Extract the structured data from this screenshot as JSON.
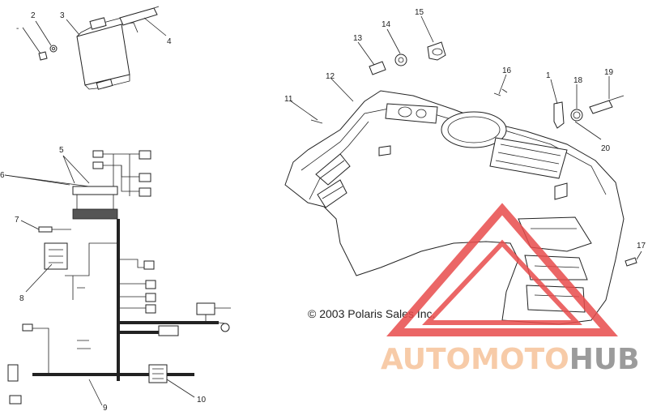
{
  "callouts": {
    "c1": "1",
    "c2": "2",
    "c3": "3",
    "c4": "4",
    "c5": "5",
    "c6": "6",
    "c7": "7",
    "c8": "8",
    "c9": "9",
    "c10": "10",
    "c11": "11",
    "c12": "12",
    "c13": "13",
    "c14": "14",
    "c15": "15",
    "c16": "16",
    "c17": "17",
    "c18": "18",
    "c19": "19",
    "c20": "20"
  },
  "copyright": "© 2003 Polaris Sales Inc.",
  "watermark": {
    "part1": "AUTOMOTO",
    "part2": "HUB",
    "color_primary": "#f6c39a",
    "color_secondary": "#8a8a8a",
    "triangle_color": "#e84c4c"
  }
}
